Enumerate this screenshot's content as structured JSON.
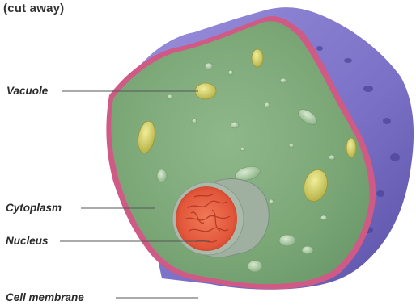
{
  "caption": "(cut away)",
  "labels": {
    "vacuole": "Vacuole",
    "cytoplasm": "Cytoplasm",
    "nucleus": "Nucleus",
    "cell_membrane": "Cell membrane"
  },
  "colors": {
    "cytoplasm": "#7fa878",
    "membrane_edge": "#d05a86",
    "outer_surface": "#7c72c8",
    "nucleus": "#e2563a",
    "vacuole": "#c9c55a",
    "leader_line": "#555555"
  }
}
